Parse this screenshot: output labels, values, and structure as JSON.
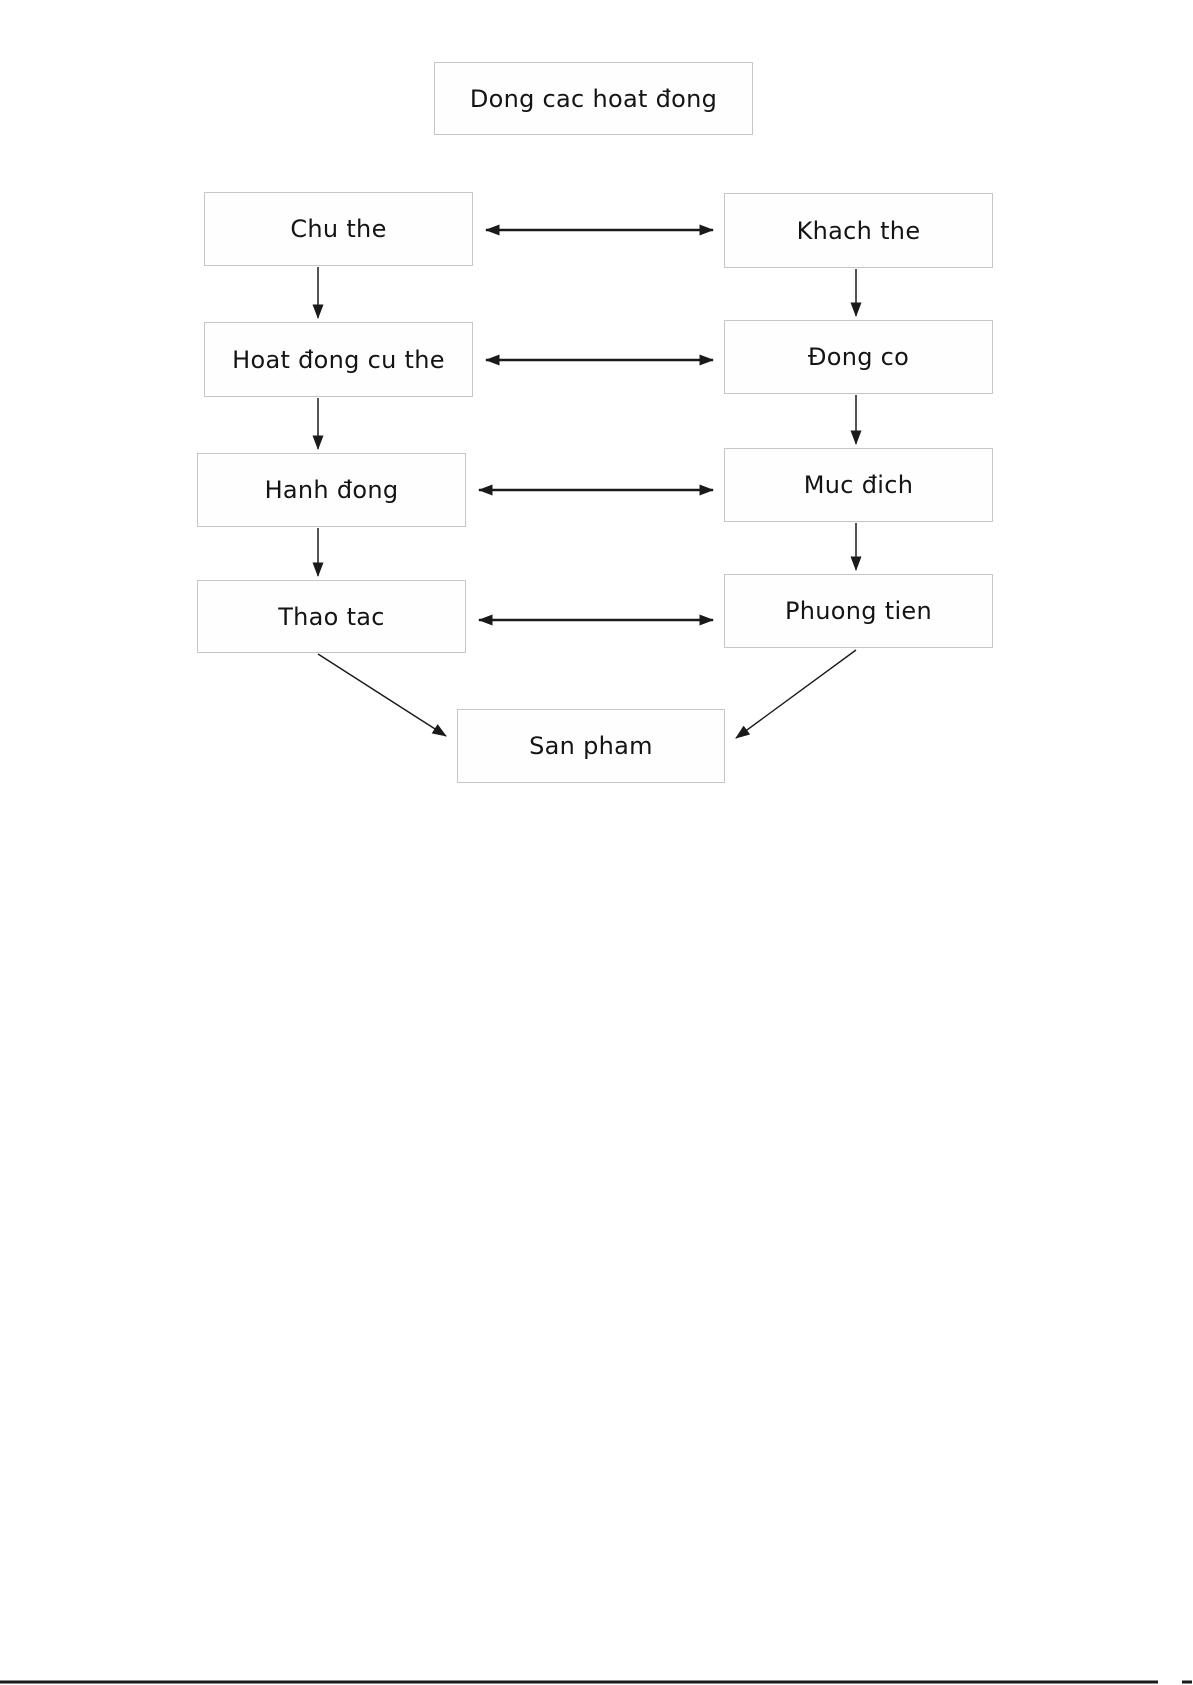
{
  "diagram": {
    "title": {
      "label": "Dong cac hoat đong"
    },
    "left_column": [
      {
        "label": "Chu the"
      },
      {
        "label": "Hoat đong cu the"
      },
      {
        "label": "Hanh đong"
      },
      {
        "label": "Thao tac"
      }
    ],
    "right_column": [
      {
        "label": "Khach the"
      },
      {
        "label": "Đong co"
      },
      {
        "label": "Muc đich"
      },
      {
        "label": "Phuong tien"
      }
    ],
    "output": {
      "label": "San pham"
    },
    "edges": [
      {
        "from": "Chu the",
        "to": "Khach the",
        "type": "bidirectional"
      },
      {
        "from": "Hoat đong cu the",
        "to": "Đong co",
        "type": "bidirectional"
      },
      {
        "from": "Hanh đong",
        "to": "Muc đich",
        "type": "bidirectional"
      },
      {
        "from": "Thao tac",
        "to": "Phuong tien",
        "type": "bidirectional"
      },
      {
        "from": "Chu the",
        "to": "Hoat đong cu the",
        "type": "directed"
      },
      {
        "from": "Hoat đong cu the",
        "to": "Hanh đong",
        "type": "directed"
      },
      {
        "from": "Hanh đong",
        "to": "Thao tac",
        "type": "directed"
      },
      {
        "from": "Khach the",
        "to": "Đong co",
        "type": "directed"
      },
      {
        "from": "Đong co",
        "to": "Muc đich",
        "type": "directed"
      },
      {
        "from": "Muc đich",
        "to": "Phuong tien",
        "type": "directed"
      },
      {
        "from": "Thao tac",
        "to": "San pham",
        "type": "directed"
      },
      {
        "from": "Phuong tien",
        "to": "San pham",
        "type": "directed"
      }
    ],
    "colors": {
      "background": "#ffffff",
      "box_fill": "#fefefe",
      "box_border": "#c6c6c6",
      "text": "#141414",
      "arrow": "#1a1a1a"
    }
  }
}
